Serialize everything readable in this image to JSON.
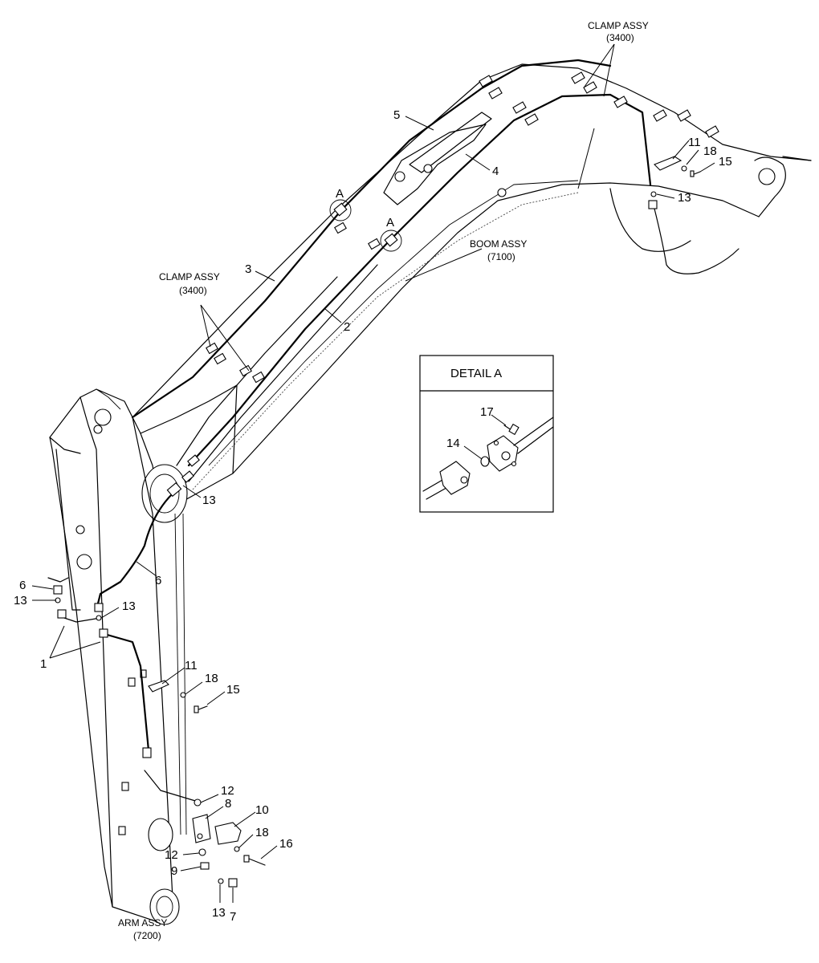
{
  "part_numbers": {
    "p1": "1",
    "p2": "2",
    "p3": "3",
    "p4": "4",
    "p5": "5",
    "p6": "6",
    "p7": "7",
    "p8": "8",
    "p9": "9",
    "p10": "10",
    "p11": "11",
    "p12": "12",
    "p13": "13",
    "p14": "14",
    "p15": "15",
    "p16": "16",
    "p17": "17",
    "p18": "18"
  },
  "assemblies": {
    "clamp_assy": "CLAMP ASSY",
    "clamp_code": "(3400)",
    "boom_assy": "BOOM ASSY",
    "boom_code": "(7100)",
    "arm_assy": "ARM ASSY",
    "arm_code": "(7200)"
  },
  "detail": {
    "title": "DETAIL A",
    "marker": "A"
  }
}
